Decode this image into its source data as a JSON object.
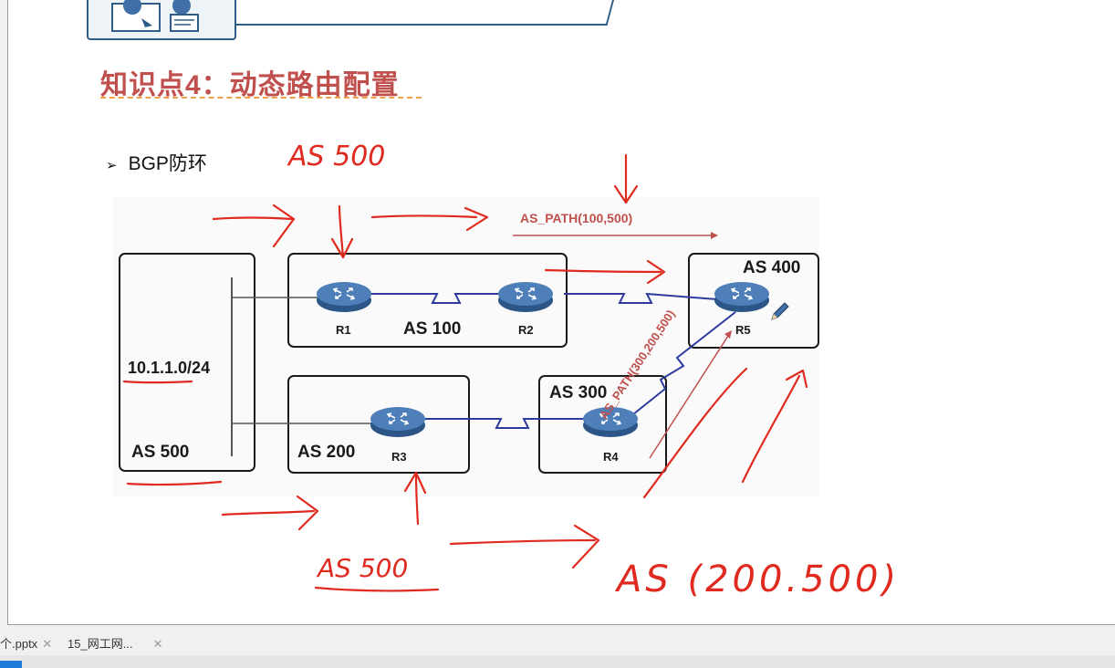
{
  "slide": {
    "section_title": "知识点4：动态路由配置",
    "bullet": "BGP防环"
  },
  "diagram": {
    "network": "10.1.1.0/24",
    "as_boxes": {
      "as500": "AS 500",
      "as100": "AS 100",
      "as200": "AS 200",
      "as300": "AS 300",
      "as400": "AS 400"
    },
    "routers": [
      "R1",
      "R2",
      "R3",
      "R4",
      "R5"
    ],
    "as_path_top": "AS_PATH(100,500)",
    "as_path_diag": "AS_PATH(300,200,500)"
  },
  "annotations": {
    "note_as500_top": "AS 500",
    "note_as500_bottom": "AS 500",
    "note_as_path": "AS (200.500)"
  },
  "tabs": [
    {
      "label": "个.pptx"
    },
    {
      "label": "15_网工网..."
    }
  ],
  "colors": {
    "title_red": "#c0504d",
    "ink_red": "#e02a1f",
    "link_blue": "#2e3a9e",
    "router_blue": "#3f6fa6"
  }
}
